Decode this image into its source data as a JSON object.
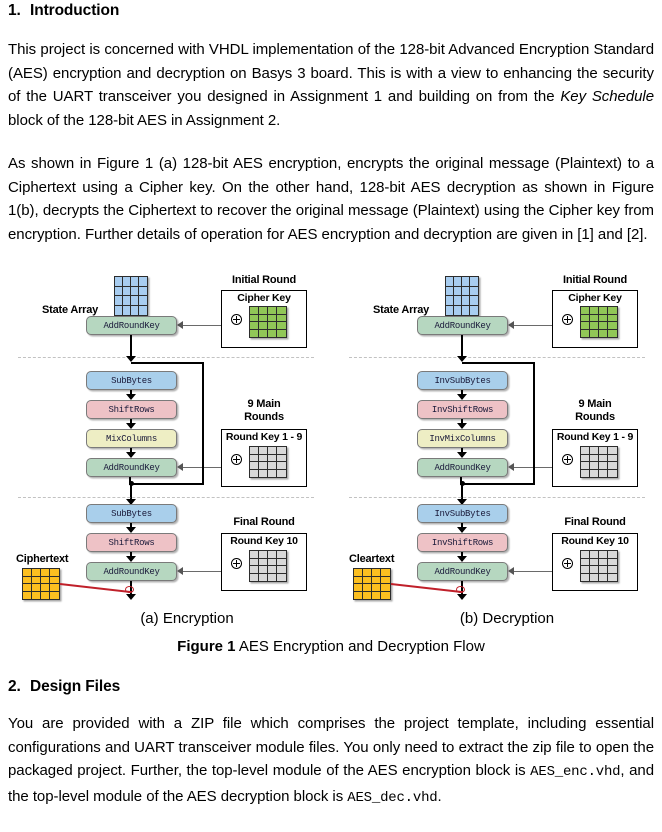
{
  "sections": [
    {
      "number": "1.",
      "title": "Introduction"
    },
    {
      "number": "2.",
      "title": "Design Files"
    }
  ],
  "paragraphs": {
    "intro_1a": "This project is concerned with VHDL implementation of the 128-bit Advanced Encryption Standard (AES) encryption and decryption on Basys 3 board. This is with a view to enhancing the security of the UART transceiver you designed in Assignment 1 and building on from the ",
    "intro_1_italic": "Key Schedule",
    "intro_1b": " block of the 128-bit AES in Assignment 2.",
    "intro_2": "As shown in Figure 1 (a) 128-bit AES encryption, encrypts the original message (Plaintext) to a Ciphertext using a Cipher key. On the other hand, 128-bit AES decryption as shown in Figure 1(b), decrypts the Ciphertext to recover the original message (Plaintext) using the Cipher key from encryption. Further details of operation for AES encryption and decryption are given in [1] and [2].",
    "design_a": "You are provided with a ZIP file which comprises the project template, including essential configurations and UART transceiver module files. You only need to extract the zip file to open the packaged project. Further, the top-level module of the AES encryption block is ",
    "design_mono_1": "AES_enc.vhd",
    "design_b": ", and the top-level module of the AES decryption block is ",
    "design_mono_2": "AES_dec.vhd",
    "design_c": "."
  },
  "figure": {
    "caption_label": "Figure 1",
    "caption_text": " AES Encryption and Decryption Flow",
    "subcaption_a": "(a) Encryption",
    "subcaption_b": "(b) Decryption",
    "colors": {
      "add_round_key": "#b6d7c0",
      "sub_bytes": "#a9cfeb",
      "shift_rows": "#eec2c6",
      "mix_columns": "#eeeec4",
      "state_array_grid": "#a8cdf0",
      "cipher_key_grid": "#91c757",
      "round_key_grid": "#d9d9d9",
      "output_grid": "#fcbf20",
      "pointer_line": "#c0202a"
    },
    "panels": [
      {
        "id": "encryption",
        "state_array_label": "State Array",
        "output_label": "Ciphertext",
        "stages": [
          {
            "group_title": "Initial Round",
            "key_label": "Cipher Key",
            "key_grid_color": "cipher-key",
            "blocks": [
              {
                "label": "AddRoundKey",
                "color": "green"
              }
            ]
          },
          {
            "group_title": "9 Main\nRounds",
            "key_label": "Round Key 1 - 9",
            "key_grid_color": "round-key",
            "blocks": [
              {
                "label": "SubBytes",
                "color": "blue"
              },
              {
                "label": "ShiftRows",
                "color": "pink"
              },
              {
                "label": "MixColumns",
                "color": "yellow"
              },
              {
                "label": "AddRoundKey",
                "color": "green"
              }
            ]
          },
          {
            "group_title": "Final Round",
            "key_label": "Round Key 10",
            "key_grid_color": "round-key",
            "blocks": [
              {
                "label": "SubBytes",
                "color": "blue"
              },
              {
                "label": "ShiftRows",
                "color": "pink"
              },
              {
                "label": "AddRoundKey",
                "color": "green"
              }
            ]
          }
        ]
      },
      {
        "id": "decryption",
        "state_array_label": "State Array",
        "output_label": "Cleartext",
        "stages": [
          {
            "group_title": "Initial Round",
            "key_label": "Cipher Key",
            "key_grid_color": "cipher-key",
            "blocks": [
              {
                "label": "AddRoundKey",
                "color": "green"
              }
            ]
          },
          {
            "group_title": "9 Main\nRounds",
            "key_label": "Round Key 1 - 9",
            "key_grid_color": "round-key",
            "blocks": [
              {
                "label": "InvSubBytes",
                "color": "blue"
              },
              {
                "label": "InvShiftRows",
                "color": "pink"
              },
              {
                "label": "InvMixColumns",
                "color": "yellow"
              },
              {
                "label": "AddRoundKey",
                "color": "green"
              }
            ]
          },
          {
            "group_title": "Final Round",
            "key_label": "Round Key 10",
            "key_grid_color": "round-key",
            "blocks": [
              {
                "label": "InvSubBytes",
                "color": "blue"
              },
              {
                "label": "InvShiftRows",
                "color": "pink"
              },
              {
                "label": "AddRoundKey",
                "color": "green"
              }
            ]
          }
        ]
      }
    ],
    "labels": {
      "initial_round": "Initial Round",
      "nine_main_rounds_l1": "9 Main",
      "nine_main_rounds_l2": "Rounds",
      "final_round": "Final Round",
      "cipher_key": "Cipher Key",
      "round_key_1_9": "Round Key 1 - 9",
      "round_key_10": "Round Key 10",
      "state_array": "State Array",
      "ciphertext": "Ciphertext",
      "cleartext": "Cleartext",
      "add_round_key": "AddRoundKey",
      "sub_bytes": "SubBytes",
      "shift_rows": "ShiftRows",
      "mix_columns": "MixColumns",
      "inv_sub_bytes": "InvSubBytes",
      "inv_shift_rows": "InvShiftRows",
      "inv_mix_columns": "InvMixColumns"
    }
  }
}
